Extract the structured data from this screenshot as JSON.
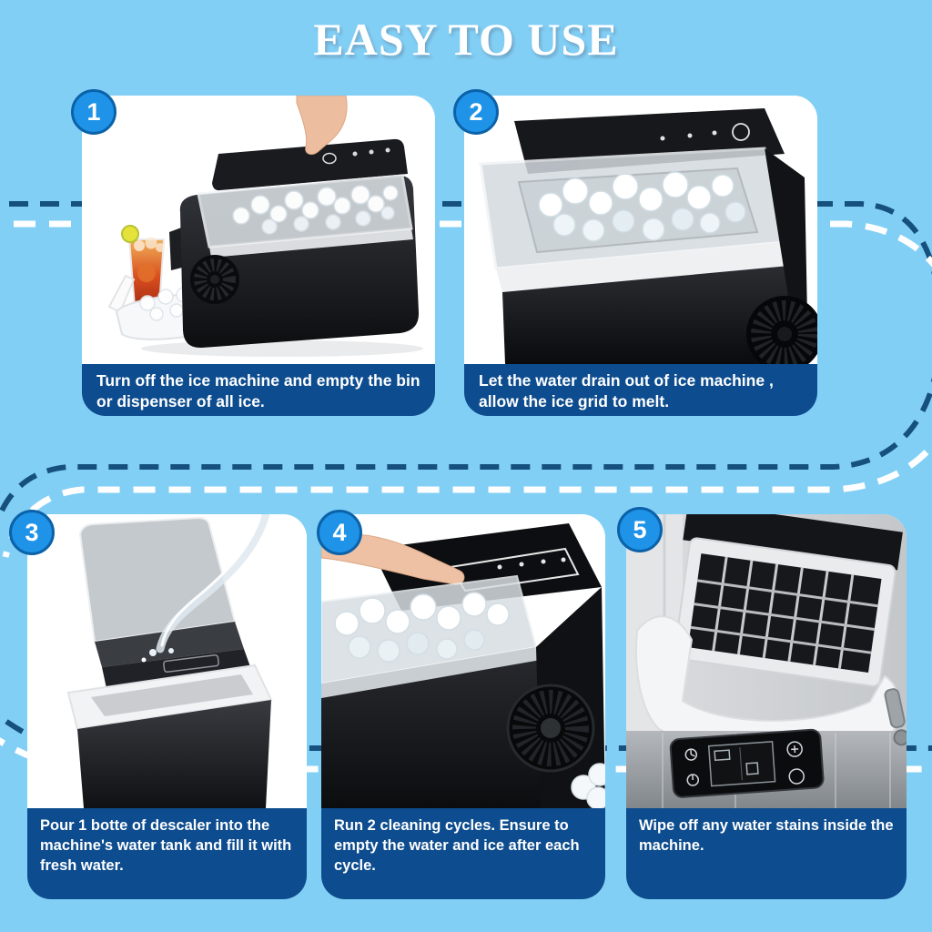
{
  "title": "EASY TO USE",
  "colors": {
    "background": "#82CFF6",
    "caption_bg": "#0D4C8E",
    "caption_text": "#FFFFFF",
    "badge_fill": "#1E93E8",
    "badge_border": "#0B62A8",
    "dash_navy": "#15507F",
    "dash_white": "#FFFFFF",
    "title_color": "#FFFFFF"
  },
  "steps": [
    {
      "number": "1",
      "caption": "Turn off the ice machine and empty the bin or dispenser of all ice.",
      "photo_alt": "Hand pressing the power button of a black countertop ice maker, with an iced drink and a scoop of ice beside it"
    },
    {
      "number": "2",
      "caption": "Let the water drain out of ice machine , allow the ice grid to melt.",
      "photo_alt": "Close-up of the ice maker top with its clear lid full of ice cubes"
    },
    {
      "number": "3",
      "caption": "Pour 1 botte of descaler into the machine's water tank and fill it with fresh water.",
      "photo_alt": "Water being poured into the open water tank of the ice maker"
    },
    {
      "number": "4",
      "caption": "Run 2 cleaning cycles.  Ensure to empty the water and ice after each cycle.",
      "photo_alt": "Finger pressing the touch control panel of the black ice maker with side fan vent"
    },
    {
      "number": "5",
      "caption": "Wipe off any water stains inside the machine.",
      "photo_alt": "Inside of a stainless steel ice machine showing the ice grid evaporator and control panel"
    }
  ]
}
